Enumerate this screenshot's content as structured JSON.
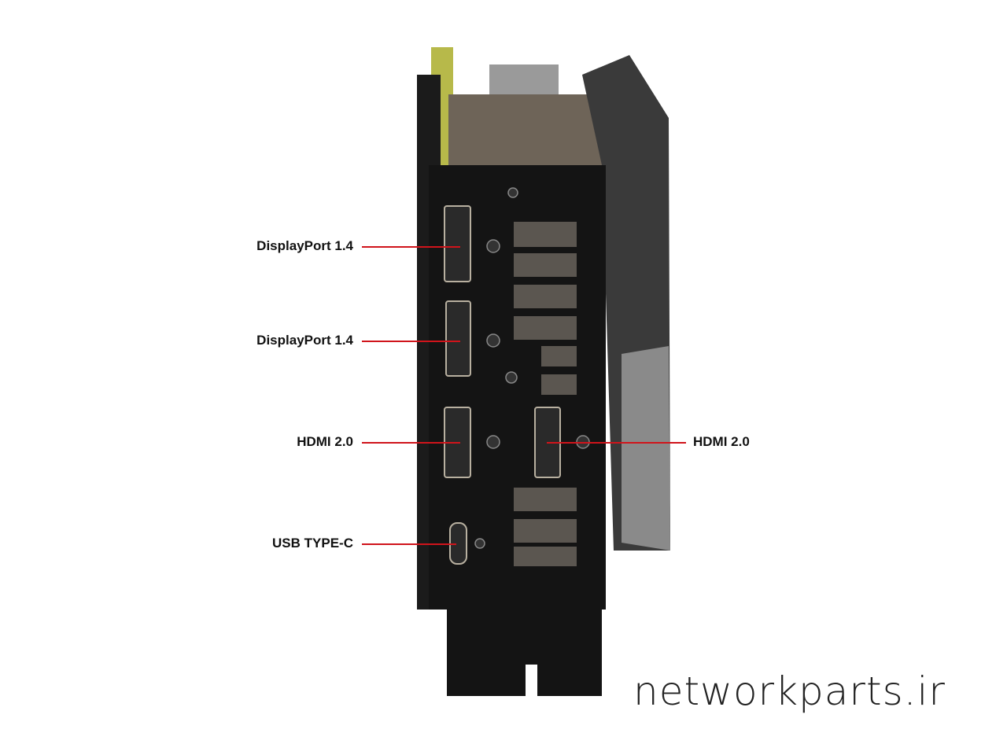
{
  "callouts": {
    "dp1": "DisplayPort 1.4",
    "dp2": "DisplayPort 1.4",
    "hdmi_left": "HDMI 2.0",
    "hdmi_right": "HDMI 2.0",
    "usbc": "USB TYPE-C"
  },
  "watermark": "networkparts.ir",
  "colors": {
    "callout_line": "#d0141b",
    "bracket": "#141414"
  }
}
